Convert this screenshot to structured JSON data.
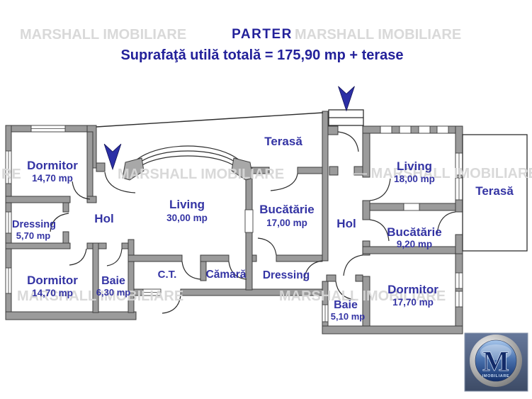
{
  "header": {
    "title": "PARTER",
    "subtitle": "Suprafaţă utilă totală = 175,90 mp + terase"
  },
  "watermark": {
    "text": "MARSHALL IMOBILIARE",
    "fragment": "RE",
    "dash_text": "— MARSHALL IMOBILIARE"
  },
  "rooms": [
    {
      "id": "dormitor-tl",
      "name": "Dormitor",
      "area": "14,70 mp"
    },
    {
      "id": "dressing-left",
      "name": "Dressing",
      "area": "5,70 mp"
    },
    {
      "id": "hol-left",
      "name": "Hol",
      "area": ""
    },
    {
      "id": "dormitor-bl",
      "name": "Dormitor",
      "area": "14,70 mp"
    },
    {
      "id": "baie-left",
      "name": "Baie",
      "area": "6,30 mp"
    },
    {
      "id": "living-main",
      "name": "Living",
      "area": "30,00 mp"
    },
    {
      "id": "ct",
      "name": "C.T.",
      "area": ""
    },
    {
      "id": "camara",
      "name": "Cămară",
      "area": ""
    },
    {
      "id": "dressing-center",
      "name": "Dressing",
      "area": ""
    },
    {
      "id": "terasa-center",
      "name": "Terasă",
      "area": ""
    },
    {
      "id": "bucatarie-main",
      "name": "Bucătărie",
      "area": "17,00 mp"
    },
    {
      "id": "hol-right",
      "name": "Hol",
      "area": ""
    },
    {
      "id": "living-right",
      "name": "Living",
      "area": "18,00 mp"
    },
    {
      "id": "terasa-right",
      "name": "Terasă",
      "area": ""
    },
    {
      "id": "bucatarie-right",
      "name": "Bucătărie",
      "area": "9,20 mp"
    },
    {
      "id": "baie-right",
      "name": "Baie",
      "area": "5,10 mp"
    },
    {
      "id": "dormitor-br",
      "name": "Dormitor",
      "area": "17,70 mp"
    }
  ],
  "logo": {
    "letter": "M",
    "text": "IMOBILIARE"
  },
  "colors": {
    "label": "#3434a4",
    "title": "#23219a",
    "wall": "#9b9b9b",
    "watermark": "#d7d7d7",
    "arrow": "#2b2fa6",
    "logo_bg": "#4e5f7e"
  }
}
